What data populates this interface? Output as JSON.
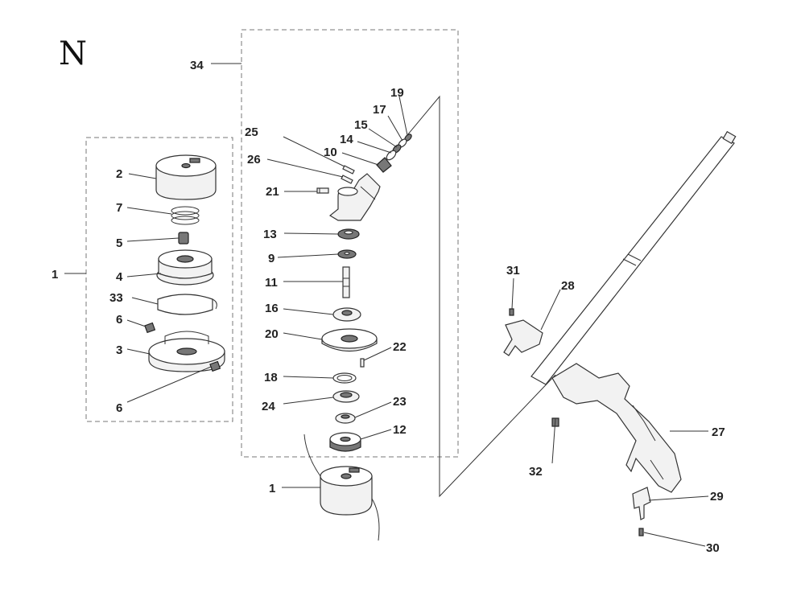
{
  "section_letter": "N",
  "callouts": {
    "c1_left": "1",
    "c2": "2",
    "c7": "7",
    "c5": "5",
    "c4": "4",
    "c33": "33",
    "c6_top": "6",
    "c3": "3",
    "c6_bottom": "6",
    "c34": "34",
    "c19": "19",
    "c17": "17",
    "c15": "15",
    "c14": "14",
    "c25": "25",
    "c10": "10",
    "c26": "26",
    "c21": "21",
    "c13": "13",
    "c9": "9",
    "c11": "11",
    "c16": "16",
    "c20": "20",
    "c22": "22",
    "c18": "18",
    "c23": "23",
    "c24": "24",
    "c12": "12",
    "c1_bottom": "1",
    "c31": "31",
    "c28": "28",
    "c27": "27",
    "c32": "32",
    "c29": "29",
    "c30": "30"
  }
}
